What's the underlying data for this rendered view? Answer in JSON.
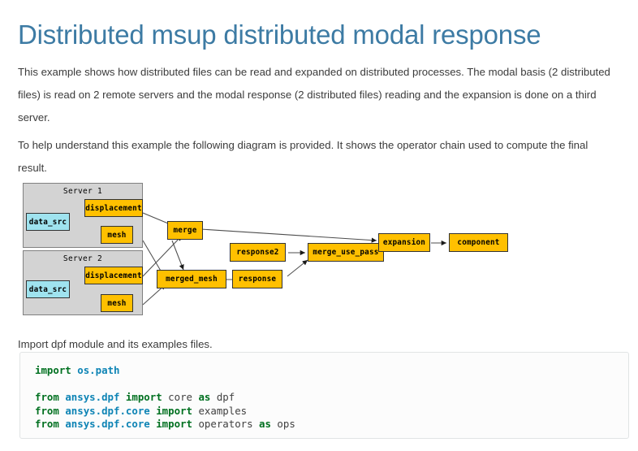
{
  "page": {
    "title": "Distributed msup distributed modal response",
    "title_color": "#3d7ba4",
    "background": "#ffffff"
  },
  "paragraphs": {
    "intro": "This example shows how distributed files can be read and expanded on distributed processes. The modal basis (2 distributed files) is read on 2 remote servers and the modal response (2 distributed files) reading and the expansion is done on a third server.",
    "diagram_note": "To help understand this example the following diagram is provided. It shows the operator chain used to compute the final result.",
    "import_note": "Import dpf module and its examples files."
  },
  "diagram": {
    "colors": {
      "operator_fill": "#ffc000",
      "datasource_fill": "#9fe3ef",
      "cluster_fill": "#d3d3d3",
      "cluster_border": "#808080",
      "node_border": "#333333",
      "edge": "#4d4d4d"
    },
    "clusters": [
      {
        "label": "Server 1"
      },
      {
        "label": "Server 2"
      }
    ],
    "nodes": {
      "s1_data_src": "data_src",
      "s1_displacement": "displacement",
      "s1_mesh": "mesh",
      "s2_data_src": "data_src",
      "s2_displacement": "displacement",
      "s2_mesh": "mesh",
      "merge": "merge",
      "merged_mesh": "merged_mesh",
      "response2": "response2",
      "response": "response",
      "merge_use_pass": "merge_use_pass",
      "expansion": "expansion",
      "component": "component"
    }
  },
  "code": {
    "language": "python",
    "lines": [
      {
        "tokens": [
          {
            "t": "import",
            "c": "k"
          },
          {
            "t": " ",
            "c": "nt"
          },
          {
            "t": "os.path",
            "c": "nn"
          }
        ]
      },
      {
        "tokens": []
      },
      {
        "tokens": [
          {
            "t": "from",
            "c": "k"
          },
          {
            "t": " ",
            "c": "nt"
          },
          {
            "t": "ansys.dpf",
            "c": "nn"
          },
          {
            "t": " ",
            "c": "nt"
          },
          {
            "t": "import",
            "c": "k"
          },
          {
            "t": " core ",
            "c": "nt"
          },
          {
            "t": "as",
            "c": "k"
          },
          {
            "t": " dpf",
            "c": "nt"
          }
        ]
      },
      {
        "tokens": [
          {
            "t": "from",
            "c": "k"
          },
          {
            "t": " ",
            "c": "nt"
          },
          {
            "t": "ansys.dpf.core",
            "c": "nn"
          },
          {
            "t": " ",
            "c": "nt"
          },
          {
            "t": "import",
            "c": "k"
          },
          {
            "t": " examples",
            "c": "nt"
          }
        ]
      },
      {
        "tokens": [
          {
            "t": "from",
            "c": "k"
          },
          {
            "t": " ",
            "c": "nt"
          },
          {
            "t": "ansys.dpf.core",
            "c": "nn"
          },
          {
            "t": " ",
            "c": "nt"
          },
          {
            "t": "import",
            "c": "k"
          },
          {
            "t": " operators ",
            "c": "nt"
          },
          {
            "t": "as",
            "c": "k"
          },
          {
            "t": " ops",
            "c": "nt"
          }
        ]
      }
    ]
  }
}
